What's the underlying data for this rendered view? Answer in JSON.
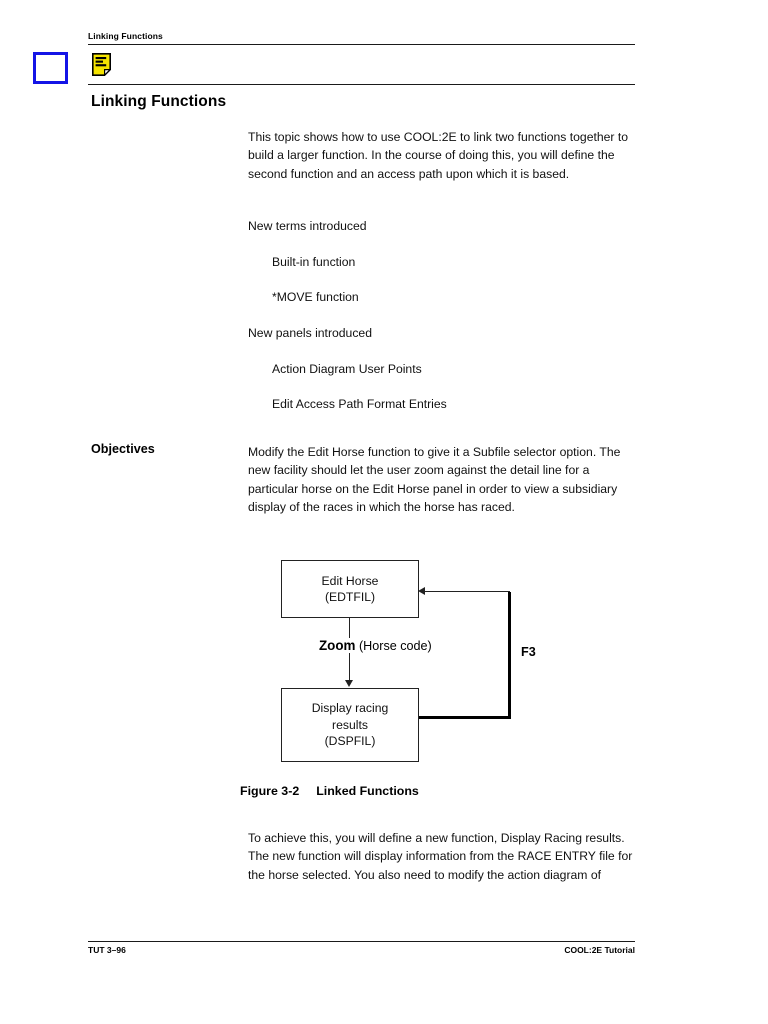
{
  "page": {
    "running_head": "Linking Functions",
    "chapter_title": "Linking Functions",
    "note_icon_name": "note-document-icon",
    "margin_marker_color": "#1414e6"
  },
  "content": {
    "intro_paragraph": "This topic shows how to use COOL:2E to link two functions together to build a larger function. In the course of doing this, you will define the second function and an access path upon which it is based.",
    "new_terms_label": "New terms introduced",
    "new_terms": [
      "Built-in function",
      "*MOVE function"
    ],
    "new_panels_label": "New panels introduced",
    "new_panels": [
      "Action Diagram User Points",
      "Edit Access Path Format Entries"
    ],
    "objectives_label": "Objectives",
    "objectives_paragraph": "Modify the Edit Horse function to give it a Subfile selector option. The new facility should let the user zoom against the detail line for a particular horse on the Edit Horse panel in order to view a subsidiary display of the races in which the horse has raced.",
    "closing_paragraph": "To achieve this, you will define a new function, Display Racing results. The new function will display information from the RACE ENTRY file for the horse selected. You also need to modify the action diagram of"
  },
  "figure": {
    "caption_number": "Figure 3-2",
    "caption_title": "Linked Functions",
    "box_top": {
      "line1": "Edit Horse",
      "line2": "(EDTFIL)"
    },
    "box_bottom": {
      "line1": "Display racing",
      "line2": "results",
      "line3": "(DSPFIL)"
    },
    "arrow_label_bold": "Zoom",
    "arrow_label_rest": " (Horse code)",
    "return_label": "F3"
  },
  "footer": {
    "left": "TUT 3–96",
    "right": "COOL:2E Tutorial"
  }
}
